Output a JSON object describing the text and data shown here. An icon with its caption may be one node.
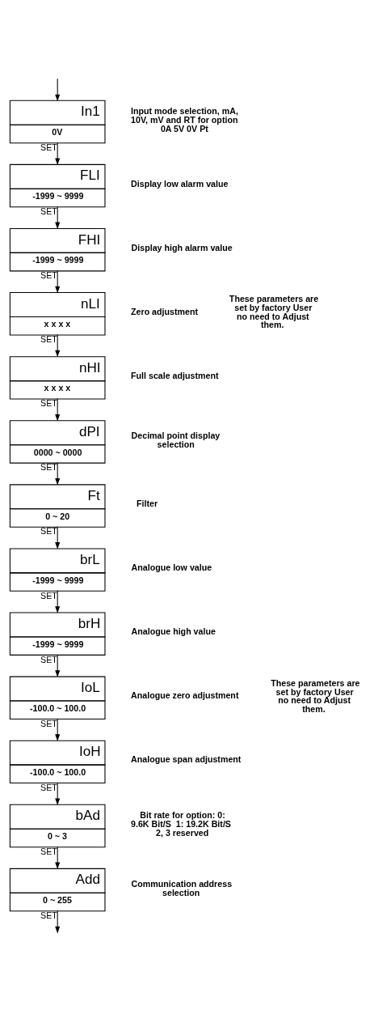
{
  "diagram": {
    "nodes": [
      {
        "text": [
          "In1",
          "0V"
        ],
        "beside": [
          "Input mode selection, mA, 10V, mV and RT for option",
          "0A 5V 0V Pt"
        ]
      },
      {
        "text": [
          "FLI",
          "-1999 ~ 9999"
        ],
        "beside": [
          "Display low alarm value"
        ]
      },
      {
        "text": [
          "FHI",
          "-1999 ~ 9999"
        ],
        "beside": [
          "Display high alarm value"
        ]
      },
      {
        "text": [
          "nLI",
          "x x x x"
        ],
        "beside": [
          "Zero adjustment"
        ]
      },
      {
        "text": [
          "nHI",
          "x x x x"
        ],
        "beside": [
          "Full scale adjustment"
        ]
      },
      {
        "text": [
          "dPI",
          "0000 ~ 0000"
        ],
        "beside": [
          "Decimal point display selection"
        ]
      },
      {
        "text": [
          "Ft",
          "0 ~ 20"
        ],
        "beside": [
          "Filter"
        ]
      },
      {
        "text": [
          "brL",
          "-1999 ~ 9999"
        ],
        "beside": [
          "Analogue low value"
        ]
      },
      {
        "text": [
          "brH",
          "-1999 ~ 9999"
        ],
        "beside": [
          "Analogue high value"
        ]
      },
      {
        "text": [
          "IoL",
          "-100.0 ~ 100.0"
        ],
        "beside": [
          "Analogue zero adjustment"
        ]
      },
      {
        "text": [
          "IoH",
          "-100.0 ~ 100.0"
        ],
        "beside": [
          "Analogue span adjustment"
        ]
      },
      {
        "text": [
          "bAd",
          "0 ~ 3"
        ],
        "beside": [
          "Bit rate for option: 0: 9.6K Bit/S  1: 19.2K Bit/S",
          "2, 3 reserved"
        ]
      },
      {
        "text": [
          "Add",
          "0 ~ 255"
        ],
        "beside": [
          "Communication address selection"
        ]
      }
    ],
    "edges": [
      {
        "from": null,
        "to": 0,
        "arrow": "to"
      },
      {
        "from": 0,
        "to": 1,
        "arrow": "to",
        "label": "SET"
      },
      {
        "from": 1,
        "to": 2,
        "arrow": "to",
        "label": "SET"
      },
      {
        "from": 2,
        "to": 3,
        "arrow": "to",
        "label": "SET"
      },
      {
        "from": 3,
        "to": 4,
        "arrow": "to",
        "label": "SET"
      },
      {
        "from": 4,
        "to": 5,
        "arrow": "to",
        "label": "SET"
      },
      {
        "from": 5,
        "to": 6,
        "arrow": "to",
        "label": "SET"
      },
      {
        "from": 6,
        "to": 7,
        "arrow": "to",
        "label": "SET"
      },
      {
        "from": 7,
        "to": 8,
        "arrow": "to",
        "label": "SET"
      },
      {
        "from": 8,
        "to": 9,
        "arrow": "to",
        "label": "SET"
      },
      {
        "from": 9,
        "to": 10,
        "arrow": "to",
        "label": "SET"
      },
      {
        "from": 10,
        "to": 11,
        "arrow": "to",
        "label": "SET"
      },
      {
        "from": 11,
        "to": 12,
        "arrow": "to",
        "label": "SET"
      },
      {
        "from": 12,
        "to": null,
        "arrow": "to",
        "label": "SET"
      }
    ],
    "labels": [
      "These parameters are set by factory User no need to Adjust them.",
      "These parameters are set by factory User no need to Adjust them."
    ]
  }
}
